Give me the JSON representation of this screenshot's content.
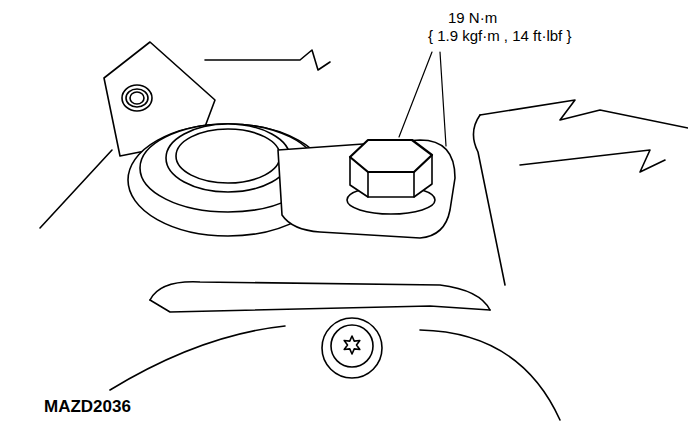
{
  "diagram": {
    "labels": [
      "19 N·m",
      "{ 1.9 kgf·m , 14 ft·lbf }",
      "MAZD2036"
    ]
  }
}
